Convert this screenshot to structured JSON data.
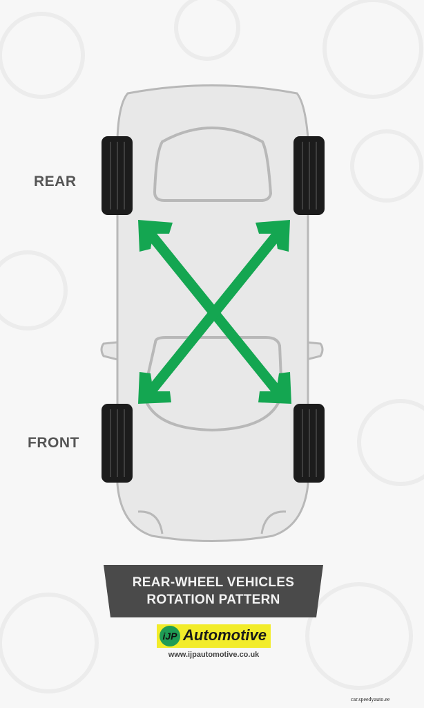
{
  "labels": {
    "rear": "REAR",
    "front": "FRONT"
  },
  "title": {
    "line1": "REAR-WHEEL VEHICLES",
    "line2": "ROTATION PATTERN"
  },
  "brand": {
    "badge": "iJP",
    "name": "Automotive",
    "url": "www.ijpautomotive.co.uk"
  },
  "credit": "car.speedyauto.ee",
  "colors": {
    "arrow": "#14a651",
    "car_body": "#e8e8e8",
    "car_outline": "#b8b8b8",
    "banner": "#4a4a4a",
    "logo_yellow": "#f2ec2a",
    "logo_green": "#1f9c55"
  },
  "diagram": {
    "arrows": [
      {
        "from": "rear-left",
        "to": "front-right",
        "type": "double-headed"
      },
      {
        "from": "rear-right",
        "to": "front-left",
        "type": "double-headed"
      }
    ],
    "tires": [
      "rear-left",
      "rear-right",
      "front-left",
      "front-right"
    ]
  }
}
